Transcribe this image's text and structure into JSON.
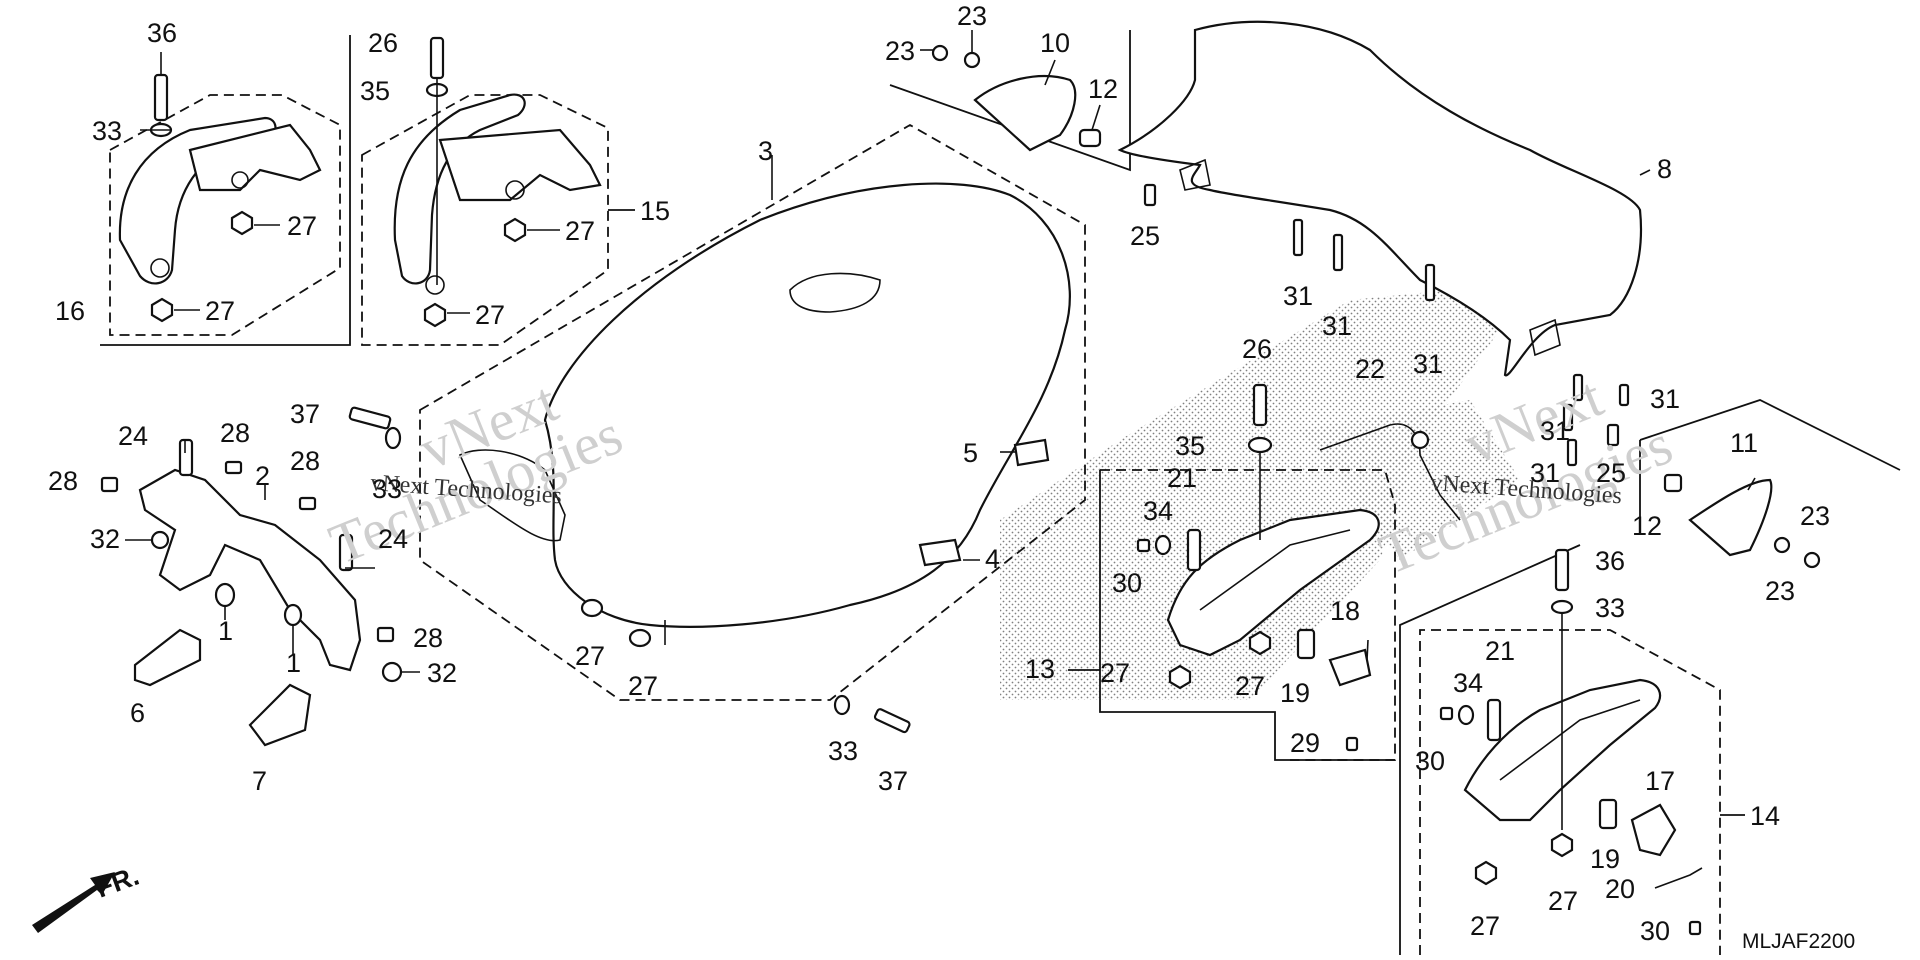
{
  "diagram": {
    "code": "MLJAF2200",
    "direction_label": "FR.",
    "callouts": [
      {
        "id": "c36a",
        "text": "36"
      },
      {
        "id": "c33a",
        "text": "33"
      },
      {
        "id": "c27a",
        "text": "27"
      },
      {
        "id": "c16",
        "text": "16"
      },
      {
        "id": "c27b",
        "text": "27"
      },
      {
        "id": "c26a",
        "text": "26"
      },
      {
        "id": "c35a",
        "text": "35"
      },
      {
        "id": "c27c",
        "text": "27"
      },
      {
        "id": "c15",
        "text": "15"
      },
      {
        "id": "c27d",
        "text": "27"
      },
      {
        "id": "c23a",
        "text": "23"
      },
      {
        "id": "c23b",
        "text": "23"
      },
      {
        "id": "c10",
        "text": "10"
      },
      {
        "id": "c12a",
        "text": "12"
      },
      {
        "id": "c25a",
        "text": "25"
      },
      {
        "id": "c8",
        "text": "8"
      },
      {
        "id": "c31a",
        "text": "31"
      },
      {
        "id": "c31b",
        "text": "31"
      },
      {
        "id": "c31c",
        "text": "31"
      },
      {
        "id": "c31d",
        "text": "31"
      },
      {
        "id": "c31e",
        "text": "31"
      },
      {
        "id": "c31f",
        "text": "31"
      },
      {
        "id": "c25b",
        "text": "25"
      },
      {
        "id": "c3",
        "text": "3"
      },
      {
        "id": "c37a",
        "text": "37"
      },
      {
        "id": "c33b",
        "text": "33"
      },
      {
        "id": "c5",
        "text": "5"
      },
      {
        "id": "c4",
        "text": "4"
      },
      {
        "id": "c27e",
        "text": "27"
      },
      {
        "id": "c27f",
        "text": "27"
      },
      {
        "id": "c33c",
        "text": "33"
      },
      {
        "id": "c37b",
        "text": "37"
      },
      {
        "id": "c24a",
        "text": "24"
      },
      {
        "id": "c28a",
        "text": "28"
      },
      {
        "id": "c2",
        "text": "2"
      },
      {
        "id": "c28b",
        "text": "28"
      },
      {
        "id": "c28c",
        "text": "28"
      },
      {
        "id": "c32a",
        "text": "32"
      },
      {
        "id": "c24b",
        "text": "24"
      },
      {
        "id": "c1a",
        "text": "1"
      },
      {
        "id": "c1b",
        "text": "1"
      },
      {
        "id": "c28d",
        "text": "28"
      },
      {
        "id": "c32b",
        "text": "32"
      },
      {
        "id": "c6",
        "text": "6"
      },
      {
        "id": "c7",
        "text": "7"
      },
      {
        "id": "c26b",
        "text": "26"
      },
      {
        "id": "c22",
        "text": "22"
      },
      {
        "id": "c35b",
        "text": "35"
      },
      {
        "id": "c21a",
        "text": "21"
      },
      {
        "id": "c34a",
        "text": "34"
      },
      {
        "id": "c30a",
        "text": "30"
      },
      {
        "id": "c18",
        "text": "18"
      },
      {
        "id": "c13",
        "text": "13"
      },
      {
        "id": "c27g",
        "text": "27"
      },
      {
        "id": "c27h",
        "text": "27"
      },
      {
        "id": "c19a",
        "text": "19"
      },
      {
        "id": "c29",
        "text": "29"
      },
      {
        "id": "c11",
        "text": "11"
      },
      {
        "id": "c12b",
        "text": "12"
      },
      {
        "id": "c23c",
        "text": "23"
      },
      {
        "id": "c23d",
        "text": "23"
      },
      {
        "id": "c36b",
        "text": "36"
      },
      {
        "id": "c33d",
        "text": "33"
      },
      {
        "id": "c21b",
        "text": "21"
      },
      {
        "id": "c34b",
        "text": "34"
      },
      {
        "id": "c30b",
        "text": "30"
      },
      {
        "id": "c17",
        "text": "17"
      },
      {
        "id": "c14",
        "text": "14"
      },
      {
        "id": "c19b",
        "text": "19"
      },
      {
        "id": "c20",
        "text": "20"
      },
      {
        "id": "c27i",
        "text": "27"
      },
      {
        "id": "c27j",
        "text": "27"
      },
      {
        "id": "c30c",
        "text": "30"
      }
    ],
    "watermarks": [
      {
        "id": "w1",
        "text": "vNext"
      },
      {
        "id": "w2",
        "text": "Technologies"
      },
      {
        "id": "w3",
        "text": "vNext Technologies"
      },
      {
        "id": "w4",
        "text": "vNext"
      },
      {
        "id": "w5",
        "text": "Technologies"
      },
      {
        "id": "w6",
        "text": "vNext Technologies"
      }
    ]
  }
}
